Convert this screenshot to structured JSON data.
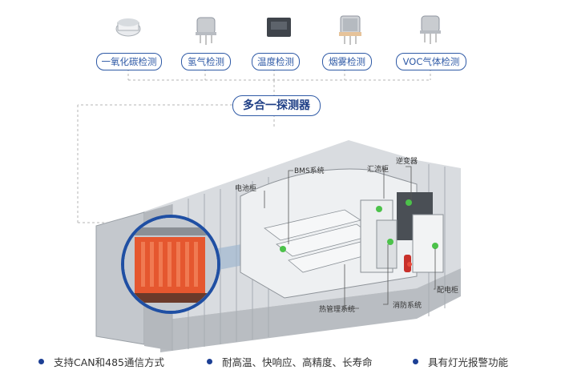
{
  "sensors": [
    {
      "label": "一氧化碳检测",
      "icon": "co-sensor-icon"
    },
    {
      "label": "氢气检测",
      "icon": "hydrogen-sensor-icon"
    },
    {
      "label": "温度检测",
      "icon": "temperature-sensor-icon"
    },
    {
      "label": "烟雾检测",
      "icon": "smoke-sensor-icon"
    },
    {
      "label": "VOC气体检测",
      "icon": "voc-sensor-icon"
    }
  ],
  "center_label": "多合一探测器",
  "callouts": {
    "bms": "BMS系统",
    "battery_cabinet": "电池柜",
    "combiner_cabinet": "汇流柜",
    "inverter": "逆变器",
    "distribution_cabinet": "配电柜",
    "fire_protection": "消防系统",
    "thermal_management": "热管理系统"
  },
  "features": [
    "支持CAN和485通信方式",
    "耐高温、快响应、高精度、长寿命",
    "具有灯光报警功能"
  ],
  "colors": {
    "accent_blue": "#2f5aa6",
    "dark_blue": "#1c3f94",
    "dashed_line": "#b5b5b5",
    "container_grey": "#c9cdd2",
    "battery_red": "#e0502a"
  }
}
